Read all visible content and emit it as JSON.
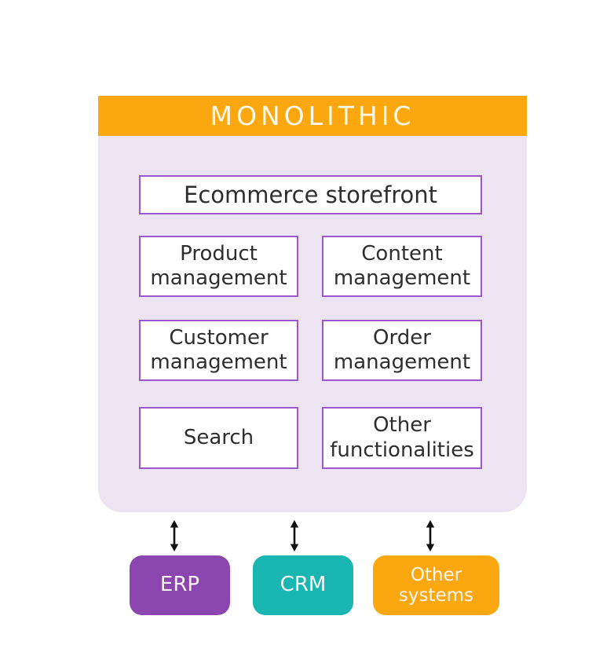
{
  "diagram": {
    "title": "MONOLITHIC",
    "storefront_label": "Ecommerce storefront",
    "modules": [
      {
        "label": "Product\nmanagement"
      },
      {
        "label": "Content\nmanagement"
      },
      {
        "label": "Customer\nmanagement"
      },
      {
        "label": "Order\nmanagement"
      },
      {
        "label": "Search"
      },
      {
        "label": "Other\nfunctionalities"
      }
    ],
    "external_systems": [
      {
        "label": "ERP",
        "color": "#8C46AF"
      },
      {
        "label": "CRM",
        "color": "#19B6B2"
      },
      {
        "label": "Other\nsystems",
        "color": "#FBA70F"
      }
    ],
    "icons": {
      "connector": "double-headed-vertical-arrow"
    },
    "colors": {
      "header_bg": "#FBA70F",
      "header_text": "#FDF8EA",
      "container_bg": "#ECE4F2",
      "module_border": "#9C59CE",
      "module_bg": "#FFFFFF",
      "module_text": "#2E2E2E",
      "arrow": "#111111",
      "page_bg": "#FFFFFF"
    }
  }
}
